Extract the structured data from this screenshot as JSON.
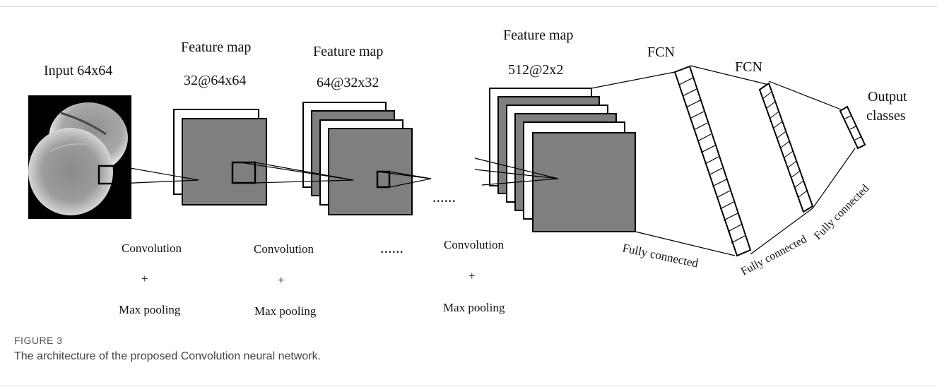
{
  "diagram": {
    "input_label": "Input 64x64",
    "fm1_title": "Feature map",
    "fm1_dims": "32@64x64",
    "fm2_title": "Feature map",
    "fm2_dims": "64@32x32",
    "fm3_title": "Feature map",
    "fm3_dims": "512@2x2",
    "fcn1_label": "FCN",
    "fcn2_label": "FCN",
    "output_label_line1": "Output",
    "output_label_line2": "classes",
    "stage1": {
      "conv": "Convolution",
      "plus": "+",
      "pool": "Max pooling"
    },
    "stage2": {
      "conv": "Convolution",
      "plus": "+",
      "pool": "Max pooling"
    },
    "stage3": {
      "conv": "Convolution",
      "plus": "+",
      "pool": "Max pooling"
    },
    "ellipsis_mid": "......",
    "ellipsis_bottom": "......",
    "fc1_label": "Fully connected",
    "fc2_label": "Fully connected",
    "fc3_label": "Fully connected"
  },
  "caption": {
    "label": "FIGURE 3",
    "text": "The architecture of the proposed Convolution neural network."
  },
  "colors": {
    "map_fill": "#7f7f7f",
    "map_white": "#ffffff",
    "stroke": "#000000"
  }
}
